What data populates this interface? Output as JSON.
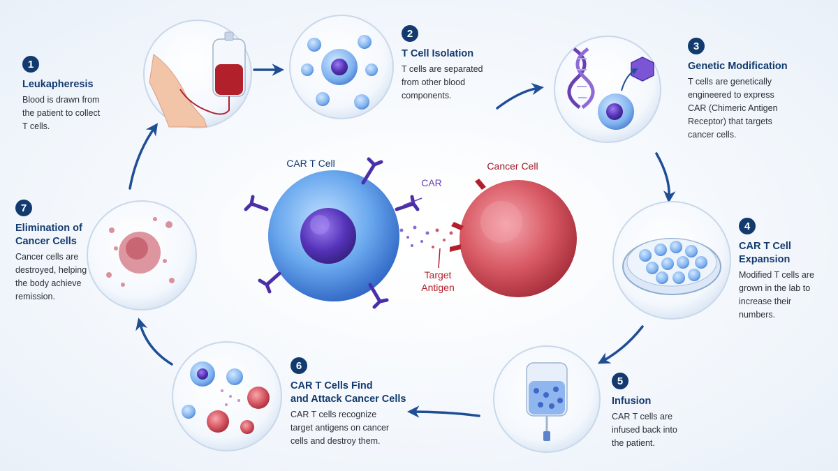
{
  "colors": {
    "navy": "#123a6e",
    "tcell": "#5b9be6",
    "tcell_core": "#4a2fa8",
    "cancer": "#d2515b",
    "car_label": "#6a3fb0",
    "antigen_label": "#b3202c",
    "arrow": "#1f4e94"
  },
  "center": {
    "tcell_label": "CAR T Cell",
    "cancer_label": "Cancer Cell",
    "car_label": "CAR",
    "antigen_label": "Target\nAntigen"
  },
  "steps": [
    {
      "number": "1",
      "title": "Leukapheresis",
      "description": "Blood is drawn from\nthe patient to collect\nT cells."
    },
    {
      "number": "2",
      "title": "T Cell Isolation",
      "description": "T cells are separated\nfrom other blood\ncomponents."
    },
    {
      "number": "3",
      "title": "Genetic Modification",
      "description": "T cells are genetically\nengineered to express\nCAR (Chimeric Antigen\nReceptor) that targets\ncancer cells."
    },
    {
      "number": "4",
      "title": "CAR T Cell\nExpansion",
      "description": "Modified T cells are\ngrown in the lab to\nincrease their\nnumbers."
    },
    {
      "number": "5",
      "title": "Infusion",
      "description": "CAR T cells are\ninfused back into\nthe patient."
    },
    {
      "number": "6",
      "title": "CAR T Cells Find\nand Attack Cancer Cells",
      "description": "CAR T cells recognize\ntarget antigens on cancer\ncells and destroy them."
    },
    {
      "number": "7",
      "title": "Elimination of\nCancer Cells",
      "description": "Cancer cells are\ndestroyed, helping\nthe body achieve\nremission."
    }
  ]
}
